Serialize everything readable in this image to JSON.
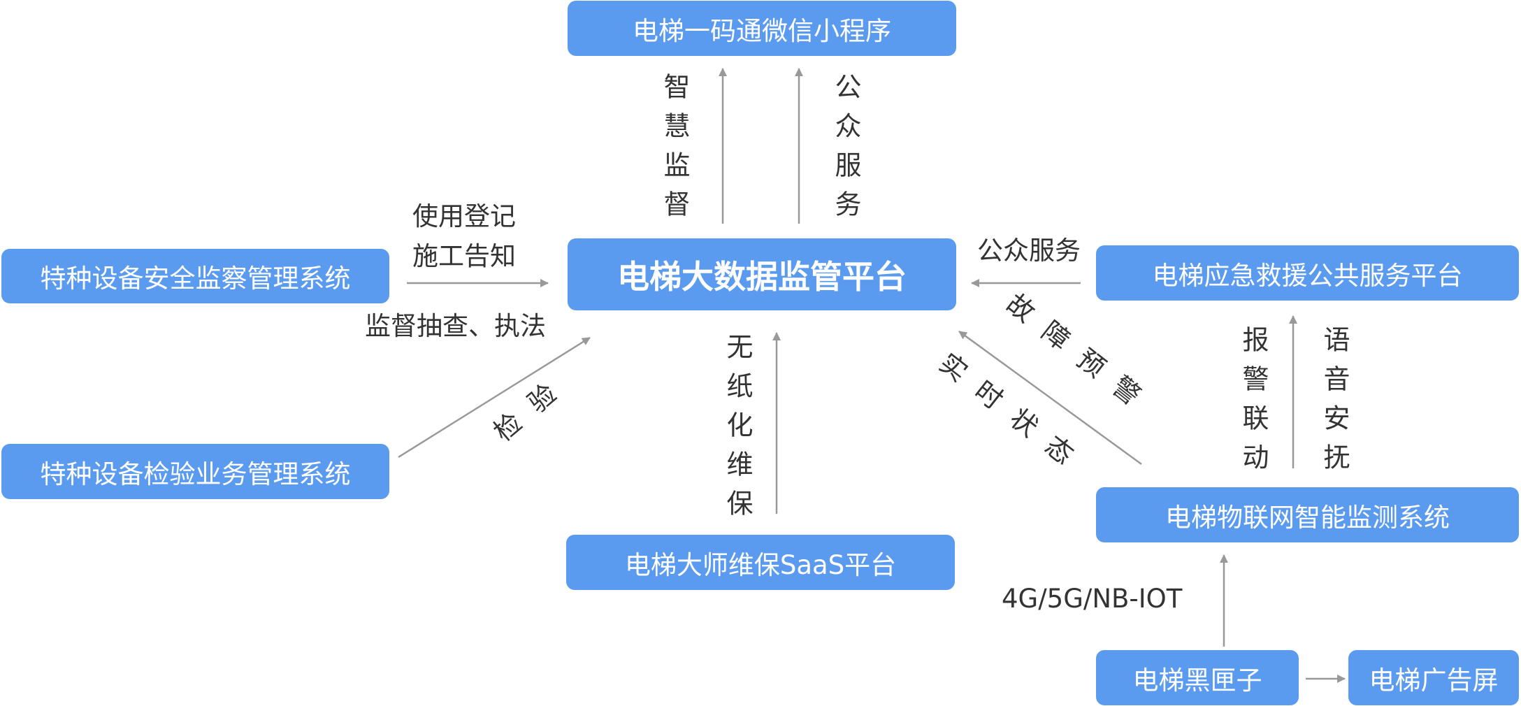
{
  "nodes": {
    "wechat": "电梯一码通微信小程序",
    "bigdata": "电梯大数据监管平台",
    "special_safety": "特种设备安全监察管理系统",
    "special_inspect": "特种设备检验业务管理系统",
    "emergency": "电梯应急救援公共服务平台",
    "iot": "电梯物联网智能监测系统",
    "saas": "电梯大师维保SaaS平台",
    "blackbox": "电梯黑匣子",
    "adscreen": "电梯广告屏"
  },
  "edge_labels": {
    "smart_supervision": "智慧监督",
    "public_service_up": "公众服务",
    "register_line1": "使用登记",
    "register_line2": "施工告知",
    "inspect_enforce": "监督抽查、执法",
    "jianyan": "检验",
    "paperless": "无纸化维保",
    "public_service_left": "公众服务",
    "fault_warning": "故障预警",
    "realtime": "实时状态",
    "alarm_link": "报警联动",
    "voice_comfort": "语音安抚",
    "network": "4G/5G/NB-IOT"
  },
  "colors": {
    "box_fill": "#5a9bf0",
    "box_text": "#ffffff",
    "label_text": "#333333",
    "arrow": "#999999"
  }
}
